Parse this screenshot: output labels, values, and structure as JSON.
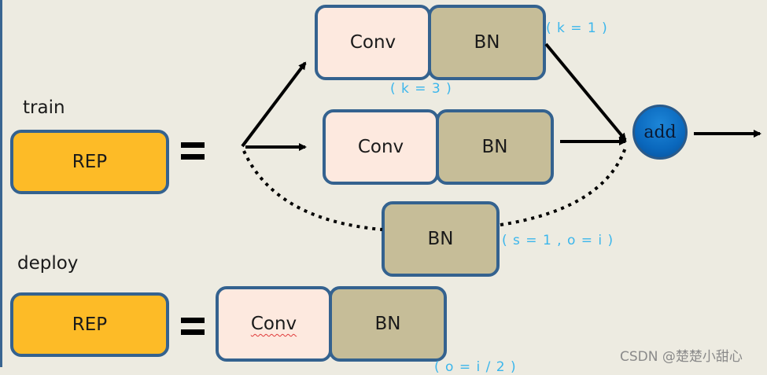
{
  "sections": {
    "train_label": "train",
    "deploy_label": "deploy"
  },
  "train": {
    "rep_label": "REP",
    "branch_top": {
      "conv_label": "Conv",
      "bn_label": "BN",
      "kernel_note": "( k = 3 )",
      "bn_note": "( k = 1 )"
    },
    "branch_middle": {
      "conv_label": "Conv",
      "bn_label": "BN"
    },
    "branch_identity": {
      "bn_label": "BN",
      "note": "( s = 1 , o = i )"
    },
    "merge_label": "add"
  },
  "deploy": {
    "rep_label": "REP",
    "conv_label": "Conv",
    "bn_label": "BN",
    "cut_note": "( o = i / 2 )"
  },
  "watermark": "CSDN @楚楚小甜心",
  "colors": {
    "rep_fill": "#fdbb27",
    "conv_fill": "#fde9df",
    "bn_fill": "#c6bd98",
    "border": "#34628f",
    "annotation": "#3bb6ec",
    "add_node": "#0a68bd"
  }
}
